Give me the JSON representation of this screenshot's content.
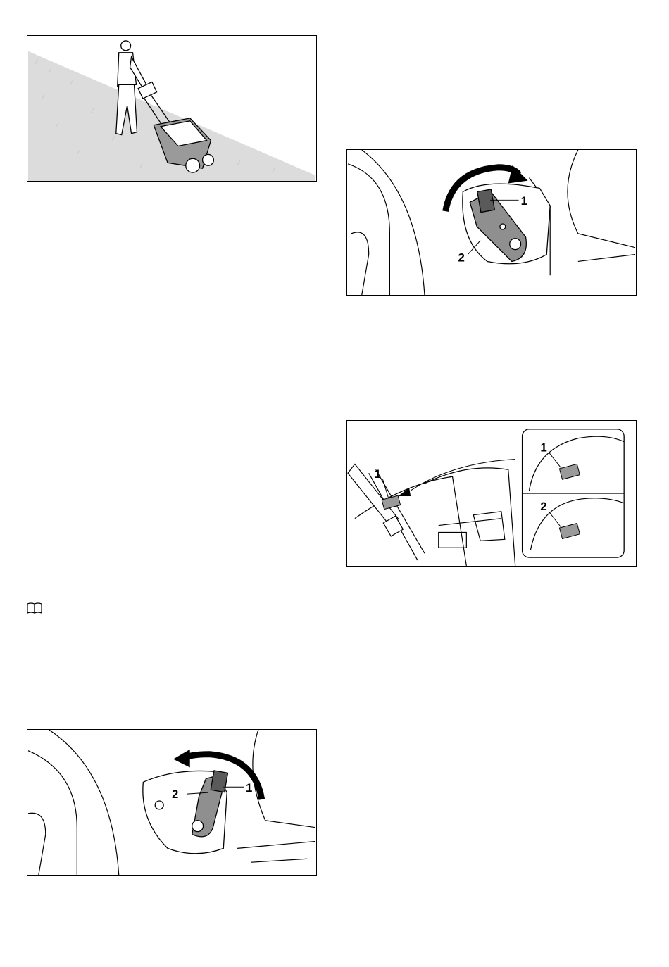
{
  "figures": [
    {
      "id": "fig-mowing-slope",
      "callouts": []
    },
    {
      "id": "fig-lever-right",
      "callouts": [
        "1",
        "2"
      ]
    },
    {
      "id": "fig-key-slot",
      "callouts": [
        "1",
        "1",
        "2"
      ]
    },
    {
      "id": "fig-lever-left",
      "callouts": [
        "1",
        "2"
      ]
    }
  ],
  "icons": {
    "manual": "book-icon",
    "curved_arrow": "curved-arrow-icon"
  },
  "colors": {
    "outline": "#000000",
    "grass": "#dcdcdc",
    "grey_part": "#8f8f8f",
    "dark_part": "#5a5a5a"
  }
}
